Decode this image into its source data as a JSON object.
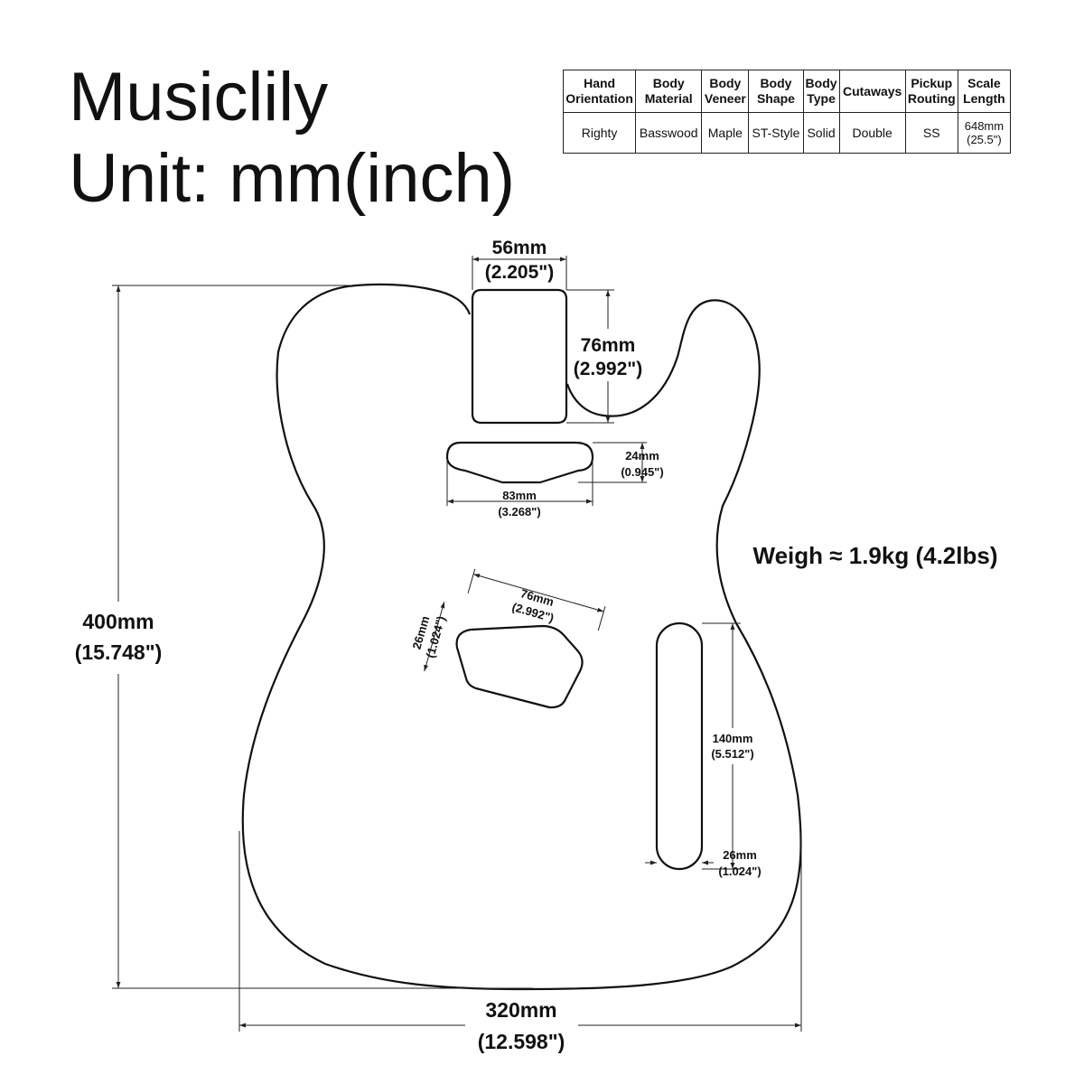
{
  "header": {
    "brand": "Musiclily",
    "unit": "Unit: mm(inch)"
  },
  "spec_table": {
    "headers": [
      [
        "Hand",
        "Orientation"
      ],
      [
        "Body",
        "Material"
      ],
      [
        "Body",
        "Veneer"
      ],
      [
        "Body",
        "Shape"
      ],
      [
        "Body",
        "Type"
      ],
      [
        "Cutaways"
      ],
      [
        "Pickup",
        "Routing"
      ],
      [
        "Scale",
        "Length"
      ]
    ],
    "values": [
      [
        "Righty"
      ],
      [
        "Basswood"
      ],
      [
        "Maple"
      ],
      [
        "ST-Style"
      ],
      [
        "Solid"
      ],
      [
        "Double"
      ],
      [
        "SS"
      ],
      [
        "648mm",
        "(25.5\")"
      ]
    ]
  },
  "dimensions": {
    "neck_pocket_width": {
      "mm": "56mm",
      "inch": "(2.205\")"
    },
    "neck_pocket_length": {
      "mm": "76mm",
      "inch": "(2.992\")"
    },
    "neck_pickup_height": {
      "mm": "24mm",
      "inch": "(0.945\")"
    },
    "neck_pickup_width": {
      "mm": "83mm",
      "inch": "(3.268\")"
    },
    "bridge_route_width": {
      "mm": "76mm",
      "inch": "(2.992\")"
    },
    "bridge_route_height": {
      "mm": "26mm",
      "inch": "(1.024\")"
    },
    "control_cavity_length": {
      "mm": "140mm",
      "inch": "(5.512\")"
    },
    "control_cavity_width": {
      "mm": "26mm",
      "inch": "(1.024\")"
    },
    "body_length": {
      "mm": "400mm",
      "inch": "(15.748\")"
    },
    "body_width": {
      "mm": "320mm",
      "inch": "(12.598\")"
    }
  },
  "weight": "Weigh ≈ 1.9kg (4.2lbs)"
}
